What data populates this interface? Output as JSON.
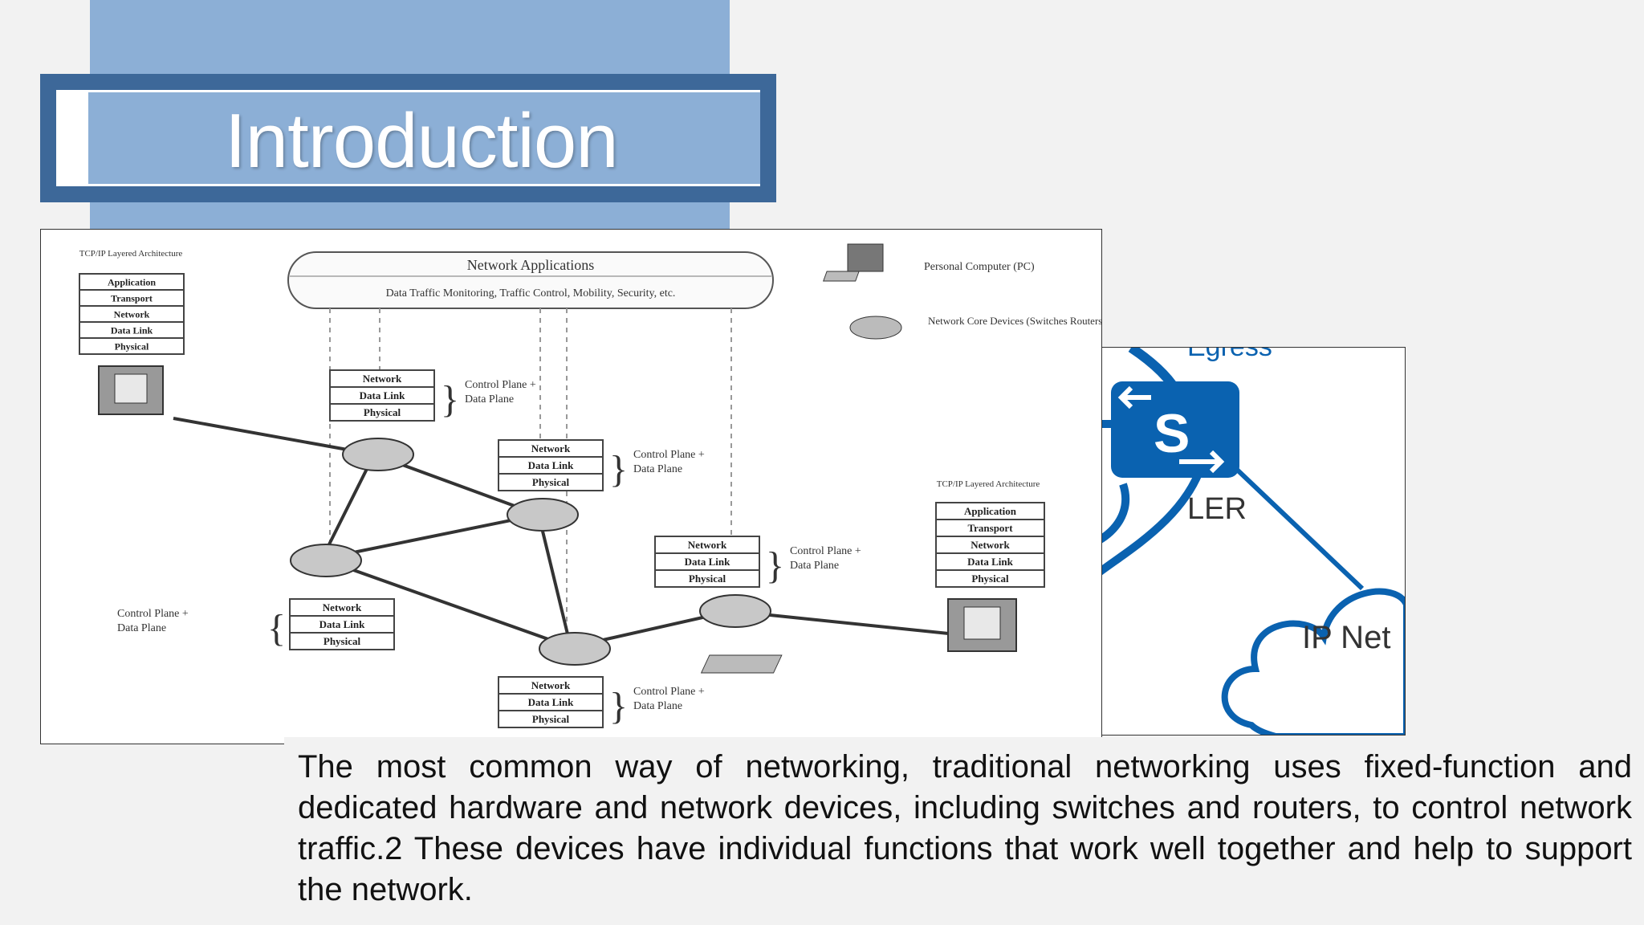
{
  "slide": {
    "title": "Introduction",
    "body": "The most common way of networking, traditional networking uses fixed-function and dedicated hardware and network devices, including switches and routers, to control network traffic.2 These devices have individual functions that work well together and help to support the network."
  },
  "diagram_main": {
    "left_stack": {
      "heading": "TCP/IP Layered Architecture",
      "layers": [
        "Application",
        "Transport",
        "Network",
        "Data Link",
        "Physical"
      ]
    },
    "right_stack": {
      "heading": "TCP/IP Layered Architecture",
      "layers": [
        "Application",
        "Transport",
        "Network",
        "Data Link",
        "Physical"
      ]
    },
    "apps_box": {
      "title": "Network Applications",
      "subtitle": "Data Traffic Monitoring, Traffic Control, Mobility, Security, etc."
    },
    "legend": {
      "pc": "Personal Computer (PC)",
      "core": "Network Core Devices (Switches Routers)"
    },
    "device_stack": [
      "Network",
      "Data Link",
      "Physical"
    ],
    "plane_label": "Control Plane + Data Plane"
  },
  "diagram_right": {
    "switch_letter": "S",
    "ler_label": "LER",
    "cloud_label": "IP Net",
    "top_label": "Egress"
  },
  "colors": {
    "title_blue": "#8cafd6",
    "frame_blue": "#3d6899",
    "diagram_blue": "#0a62b0"
  }
}
